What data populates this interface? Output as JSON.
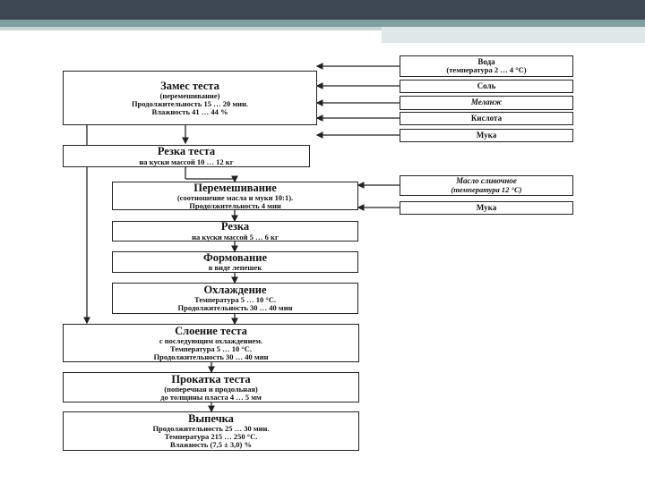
{
  "steps": [
    {
      "id": "mixing",
      "title": "Замес теста",
      "lines": [
        "(перемешивание)",
        "Продолжительность 15 … 20 мин.",
        "Влажность 41 … 44 %"
      ]
    },
    {
      "id": "cutting1",
      "title": "Резка теста",
      "lines": [
        "на куски массой 10 … 12 кг"
      ]
    },
    {
      "id": "stirring",
      "title": "Перемешивание",
      "lines": [
        "(соотношение масла и муки 10:1).",
        "Продолжительность 4 мин"
      ]
    },
    {
      "id": "cutting2",
      "title": "Резка",
      "lines": [
        "на куски массой 5 … 6 кг"
      ]
    },
    {
      "id": "forming",
      "title": "Формование",
      "lines": [
        "в виде лепешек"
      ]
    },
    {
      "id": "cooling",
      "title": "Охлаждение",
      "lines": [
        "Температура 5 … 10 °С.",
        "Продолжительность 30 … 40 мин"
      ]
    },
    {
      "id": "layering",
      "title": "Слоение теста",
      "lines": [
        "с последующим охлаждением.",
        "Температура 5 … 10 °С.",
        "Продолжительность 30 … 40 мин"
      ]
    },
    {
      "id": "rolling",
      "title": "Прокатка теста",
      "lines": [
        "(поперечная и продольная)",
        "до толщины пласта 4 … 5 мм"
      ]
    },
    {
      "id": "baking",
      "title": "Выпечка",
      "lines": [
        "Продолжительность 25 … 30 мин.",
        "Температура 215 … 250 °С.",
        "Влажность (7,5 ± 3,0) %"
      ]
    }
  ],
  "ingredients": {
    "water": {
      "label": "Вода",
      "detail": "(температура 2 … 4 °С)"
    },
    "salt": {
      "label": "Соль"
    },
    "melange": {
      "label": "Меланж"
    },
    "acid": {
      "label": "Кислота"
    },
    "flour1": {
      "label": "Мука"
    },
    "butter": {
      "label": "Масло сливочное",
      "detail": "(температура 12 °С)"
    },
    "flour2": {
      "label": "Мука"
    }
  }
}
